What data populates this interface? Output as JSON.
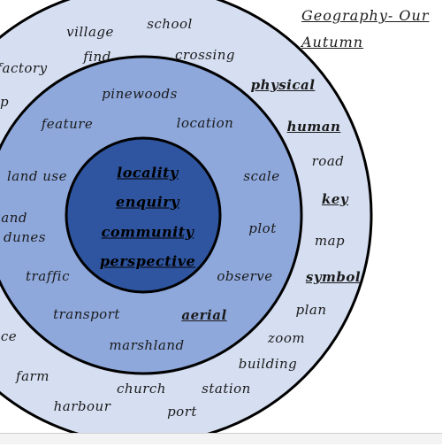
{
  "title": {
    "line1": "Geography- Our",
    "line2": "Autumn"
  },
  "colors": {
    "outer": "#d6dff2",
    "middle": "#8ea8dc",
    "inner": "#2f55a0",
    "stroke": "#000000"
  },
  "rings": {
    "outer_words": {
      "village": "village",
      "school": "school",
      "factory": "factory",
      "find": "find",
      "crossing": "crossing",
      "p": "p",
      "physical": "physical",
      "human": "human",
      "road": "road",
      "key": "key",
      "map": "map",
      "symbol": "symbol",
      "plan": "plan",
      "ce": "ce",
      "zoom": "zoom",
      "building": "building",
      "farm": "farm",
      "church": "church",
      "station": "station",
      "harbour": "harbour",
      "port": "port"
    },
    "middle_words": {
      "pinewoods": "pinewoods",
      "feature": "feature",
      "location": "location",
      "land_use": "land use",
      "scale": "scale",
      "sand": "sand",
      "dunes": "dunes",
      "plot": "plot",
      "traffic": "traffic",
      "observe": "observe",
      "transport": "transport",
      "aerial": "aerial",
      "marshland": "marshland"
    },
    "inner_words": {
      "locality": "locality",
      "enquiry": "enquiry",
      "community": "community",
      "perspective": "perspective"
    }
  }
}
